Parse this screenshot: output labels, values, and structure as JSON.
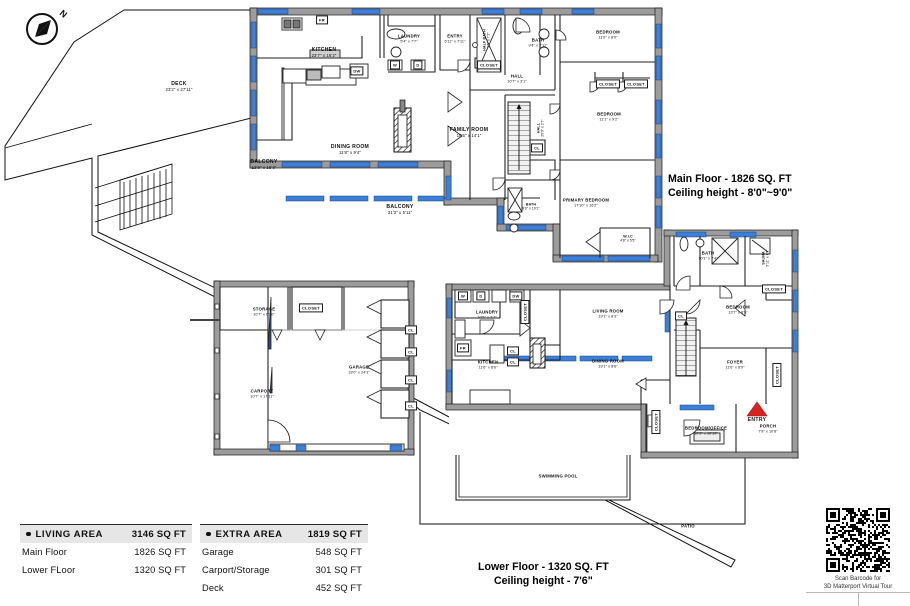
{
  "document": {
    "type": "real-estate-floor-plan",
    "compass_label": "N"
  },
  "floors": [
    {
      "id": "main",
      "caption_line1": "Main Floor - 1826 SQ. FT",
      "caption_line2": "Ceiling height - 8'0\"~9'0\""
    },
    {
      "id": "lower",
      "caption_line1": "Lower Floor - 1320 SQ. FT",
      "caption_line2": "Ceiling height - 7'6\""
    }
  ],
  "main_floor_rooms": [
    {
      "name": "DECK",
      "dims": "23'2\" x 27'11\""
    },
    {
      "name": "BALCONY",
      "dims": "13'8\" x 15'3\""
    },
    {
      "name": "BALCONY",
      "dims": "31'3\" x 5'11\""
    },
    {
      "name": "KITCHEN",
      "dims": "23'7\" x 16'2\""
    },
    {
      "name": "DINING ROOM",
      "dims": "11'8\" x 9'4\""
    },
    {
      "name": "FAMILY ROOM",
      "dims": "18'5\" x 14'1\""
    },
    {
      "name": "LAUNDRY",
      "dims": "5'4\" x 7'7\""
    },
    {
      "name": "ENTRY",
      "dims": "5'11\" x 7'11\""
    },
    {
      "name": "HALF BATH",
      "dims": "3'5\" x 7'2\""
    },
    {
      "name": "BATH",
      "dims": "9'4\" x 7'11\""
    },
    {
      "name": "HALL",
      "dims": "10'7\" x 3'1\""
    },
    {
      "name": "HALL",
      "dims": "20'0\" x 2'7\""
    },
    {
      "name": "BEDROOM",
      "dims": "11'0\" x 8'0\""
    },
    {
      "name": "BEDROOM",
      "dims": "11'1\" x 9'2\""
    },
    {
      "name": "PRIMARY BEDROOM",
      "dims": "17'10\" x 16'2\""
    },
    {
      "name": "BATH",
      "dims": "9'9\" x 10'1\""
    },
    {
      "name": "W.I.C",
      "dims": "4'8\" x 5'5\""
    }
  ],
  "garage_block_rooms": [
    {
      "name": "STORAGE",
      "dims": "10'7\" x 6'10\""
    },
    {
      "name": "CARPORT",
      "dims": "10'7\" x 17'11\""
    },
    {
      "name": "GARAGE",
      "dims": "19'0\" x 24'3\""
    }
  ],
  "lower_floor_rooms": [
    {
      "name": "LAUNDRY",
      "dims": "10'5\" x 7'7\""
    },
    {
      "name": "KITCHEN",
      "dims": "11'6\" x 8'6\""
    },
    {
      "name": "LIVING ROOM",
      "dims": "19'1\" x 8'3\""
    },
    {
      "name": "DINING ROOM",
      "dims": "19'1\" x 8'6\""
    },
    {
      "name": "BATH",
      "dims": "10'1\" x 7'4\""
    },
    {
      "name": "SAUNA",
      "dims": "5'11\" x 6'5\""
    },
    {
      "name": "BEDROOM",
      "dims": "13'7\" x 8'5\""
    },
    {
      "name": "FOYER",
      "dims": "11'6\" x 8'9\""
    },
    {
      "name": "BEDROOM/OFFICE",
      "dims": "10'3\" x 10'10\""
    },
    {
      "name": "PORCH",
      "dims": "7'9\" x 10'8\""
    }
  ],
  "exterior_labels": [
    {
      "name": "SWIMMING POOL"
    },
    {
      "name": "PATIO"
    }
  ],
  "small_labels": {
    "closet": "CLOSET",
    "cl": "CL",
    "washer": "W",
    "dryer": "D",
    "dishwasher": "DW",
    "fridge": "FR",
    "entry_marker": "ENTRY"
  },
  "legend": {
    "living": {
      "title": "LIVING AREA",
      "total": "3146 SQ FT",
      "rows": [
        {
          "name": "Main Floor",
          "value": "1826 SQ FT"
        },
        {
          "name": "Lower FLoor",
          "value": "1320 SQ FT"
        }
      ]
    },
    "extra": {
      "title": "EXTRA AREA",
      "total": "1819 SQ FT",
      "rows": [
        {
          "name": "Garage",
          "value": "548 SQ FT"
        },
        {
          "name": "Carport/Storage",
          "value": "301 SQ FT"
        },
        {
          "name": "Deck",
          "value": "452 SQ FT"
        }
      ]
    }
  },
  "qr": {
    "caption_line1": "Scan Barcode for",
    "caption_line2": "3D Matterport Virtual Tour"
  },
  "colors": {
    "wall": "#9a9a9a",
    "wall_outline": "#111111",
    "window_blue": "#3d7fd6",
    "entry_red": "#d8231f",
    "legend_header_bg": "#e6e6e6",
    "paper": "#ffffff"
  }
}
